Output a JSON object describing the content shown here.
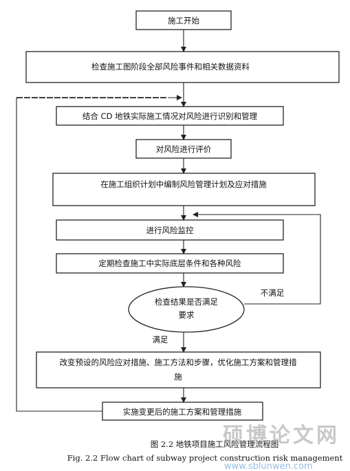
{
  "diagram": {
    "steps": {
      "start": "施工开始",
      "inspect_data": "检查施工图阶段全部风险事件和相关数据资料",
      "identify": "结合 CD 地铁实际施工情况对风险进行识别和管理",
      "evaluate": "对风险进行评价",
      "plan": "在施工组织计划中编制风险管理计划及应对措施",
      "monitor": "进行风险监控",
      "periodic_check": "定期检查施工中实际底层条件和各种风险",
      "decision_line1": "检查结果是否满足",
      "decision_line2": "要求",
      "improve_line1": "改变预设的风险应对措施、施工方法和步骤，优化施工方案和管理措",
      "improve_line2": "施",
      "implement": "实施变更后的施工方案和管理措施"
    },
    "edge_labels": {
      "not_satisfied": "不满足",
      "satisfied": "满足"
    }
  },
  "caption": {
    "cn": "图  2.2    地铁项目施工风险管理流程图",
    "en": "Fig. 2.2    Flow chart of subway project construction risk management"
  },
  "watermark": {
    "text": "硕博论文网",
    "url": "www.sblunwen.com"
  }
}
